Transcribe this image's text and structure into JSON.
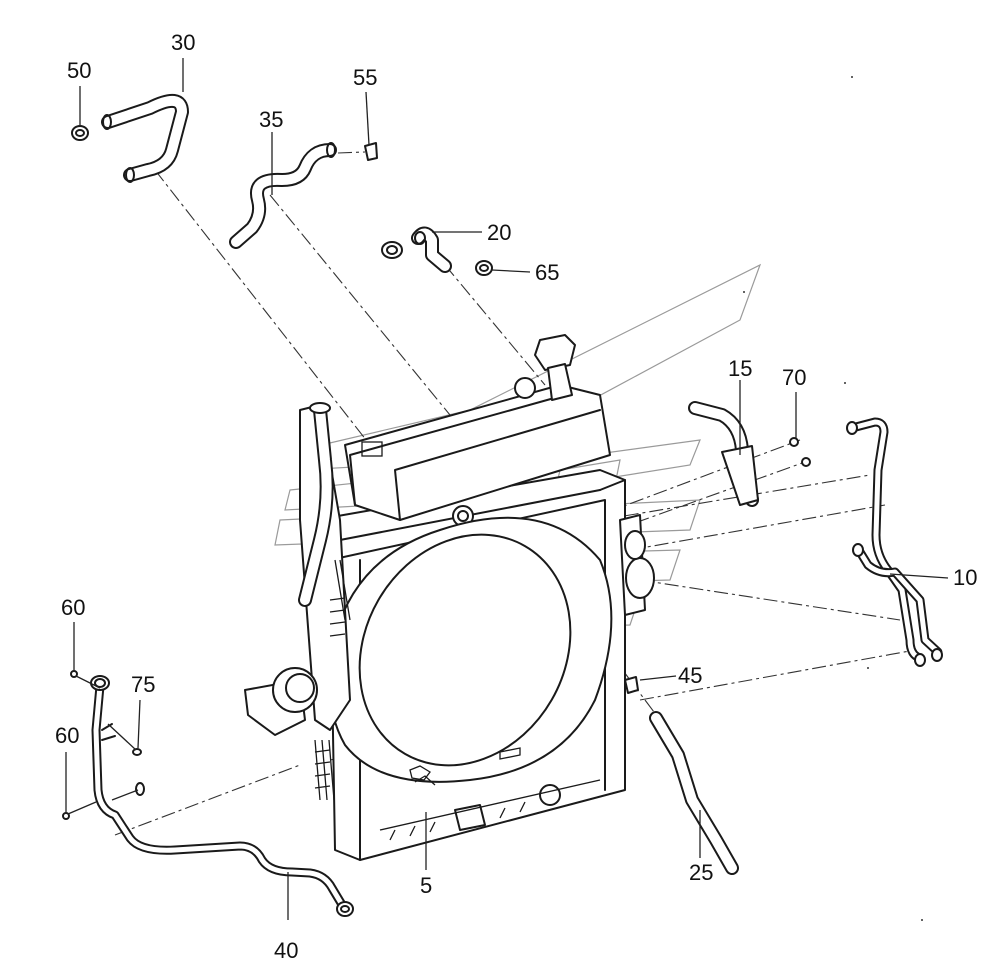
{
  "callouts": {
    "c5": "5",
    "c10": "10",
    "c15": "15",
    "c20": "20",
    "c25": "25",
    "c30": "30",
    "c35": "35",
    "c40": "40",
    "c45": "45",
    "c50": "50",
    "c55": "55",
    "c60a": "60",
    "c60b": "60",
    "c65": "65",
    "c70": "70",
    "c75": "75"
  },
  "colors": {
    "line": "#1a1a1a",
    "watermark": "#9a9a9a",
    "background": "#ffffff"
  }
}
